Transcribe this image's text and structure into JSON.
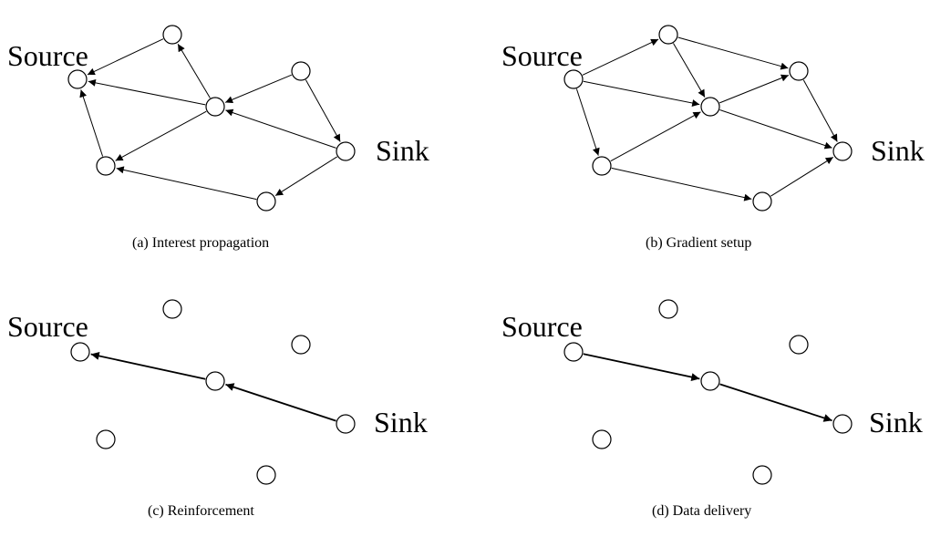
{
  "labels": {
    "source": "Source",
    "sink": "Sink"
  },
  "panels": [
    {
      "id": "a",
      "caption": "(a)  Interest propagation",
      "style": "thin",
      "edges": [
        [
          1,
          0
        ],
        [
          2,
          1
        ],
        [
          3,
          2
        ],
        [
          2,
          0
        ],
        [
          3,
          6
        ],
        [
          6,
          2
        ],
        [
          6,
          5
        ],
        [
          2,
          4
        ],
        [
          4,
          0
        ],
        [
          5,
          4
        ]
      ]
    },
    {
      "id": "b",
      "caption": "(b)  Gradient setup",
      "style": "thin",
      "edges": [
        [
          0,
          1
        ],
        [
          0,
          2
        ],
        [
          0,
          4
        ],
        [
          1,
          2
        ],
        [
          1,
          3
        ],
        [
          2,
          3
        ],
        [
          3,
          6
        ],
        [
          2,
          6
        ],
        [
          4,
          2
        ],
        [
          4,
          5
        ],
        [
          5,
          6
        ]
      ]
    },
    {
      "id": "c",
      "caption": "(c)  Reinforcement",
      "style": "thick",
      "edges": [
        [
          6,
          2
        ],
        [
          2,
          0
        ]
      ]
    },
    {
      "id": "d",
      "caption": "(d)  Data delivery",
      "style": "thick",
      "edges": [
        [
          0,
          2
        ],
        [
          2,
          6
        ]
      ]
    }
  ]
}
